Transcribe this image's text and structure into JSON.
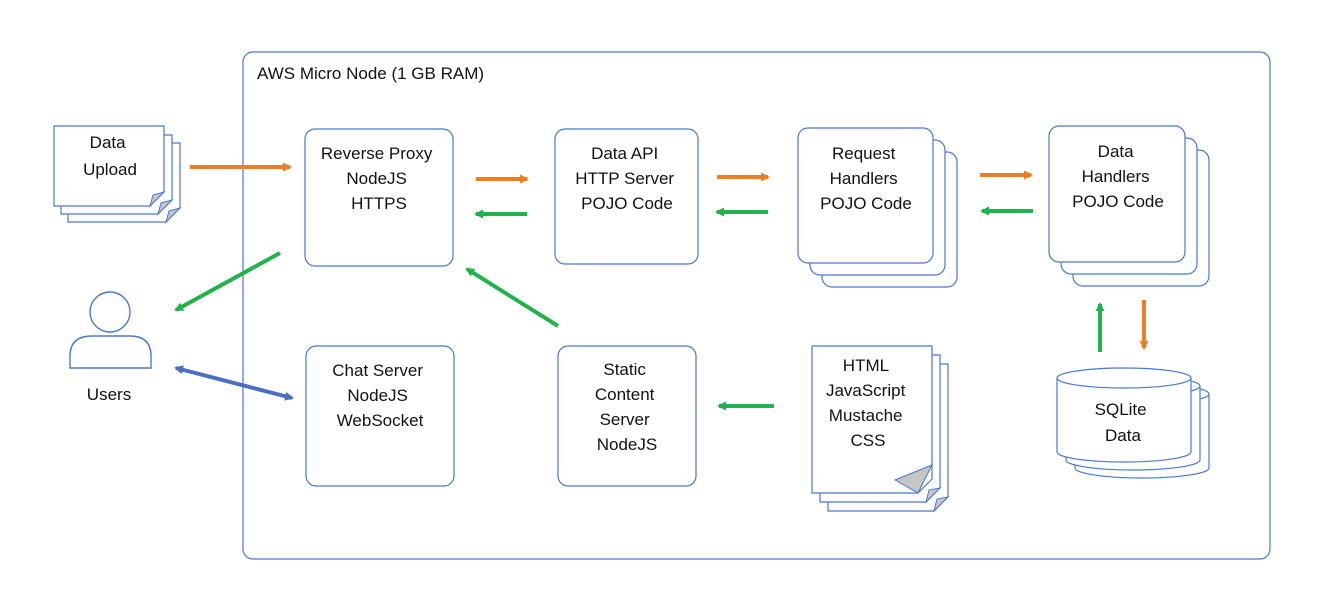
{
  "colors": {
    "outline": "#4a78d0",
    "page_fill": "#ffffff",
    "page_fold": "#c6c6c6",
    "arrow_request": "#ef7d22",
    "arrow_response": "#22b24c",
    "arrow_chat": "#4a6fc7"
  },
  "frame": {
    "title": "AWS Micro Node (1 GB RAM)"
  },
  "nodes": {
    "data_upload": {
      "lines": [
        "Data",
        "Upload"
      ],
      "icon": "document-stack-icon"
    },
    "users": {
      "label": "Users",
      "icon": "user-icon"
    },
    "reverse_proxy": {
      "lines": [
        "Reverse Proxy",
        "NodeJS",
        "HTTPS"
      ]
    },
    "data_api": {
      "lines": [
        "Data API",
        "HTTP Server",
        "POJO Code"
      ]
    },
    "request_handlers": {
      "lines": [
        "Request",
        "Handlers",
        "POJO Code"
      ]
    },
    "data_handlers": {
      "lines": [
        "Data",
        "Handlers",
        "POJO Code"
      ]
    },
    "chat_server": {
      "lines": [
        "Chat Server",
        "NodeJS",
        "WebSocket"
      ]
    },
    "static_content": {
      "lines": [
        "Static",
        "Content",
        "Server",
        "NodeJS"
      ]
    },
    "web_assets": {
      "lines": [
        "HTML",
        "JavaScript",
        "Mustache",
        "CSS"
      ],
      "icon": "document-stack-icon"
    },
    "sqlite": {
      "lines": [
        "SQLite",
        "Data"
      ],
      "icon": "database-cylinder-icon"
    }
  },
  "arrows": [
    {
      "name": "arrow-upload-to-proxy",
      "color": "request"
    },
    {
      "name": "arrow-proxy-to-dataapi",
      "color": "request"
    },
    {
      "name": "arrow-dataapi-to-proxy",
      "color": "response"
    },
    {
      "name": "arrow-dataapi-to-requesthandlers",
      "color": "request"
    },
    {
      "name": "arrow-requesthandlers-to-dataapi",
      "color": "response"
    },
    {
      "name": "arrow-requesthandlers-to-datahandlers",
      "color": "request"
    },
    {
      "name": "arrow-datahandlers-to-requesthandlers",
      "color": "response"
    },
    {
      "name": "arrow-datahandlers-to-sqlite",
      "color": "request"
    },
    {
      "name": "arrow-sqlite-to-datahandlers",
      "color": "response"
    },
    {
      "name": "arrow-proxy-to-users",
      "color": "response"
    },
    {
      "name": "arrow-static-to-proxy",
      "color": "response"
    },
    {
      "name": "arrow-assets-to-static",
      "color": "response"
    },
    {
      "name": "arrow-users-chat-bidirectional",
      "color": "chat"
    }
  ]
}
